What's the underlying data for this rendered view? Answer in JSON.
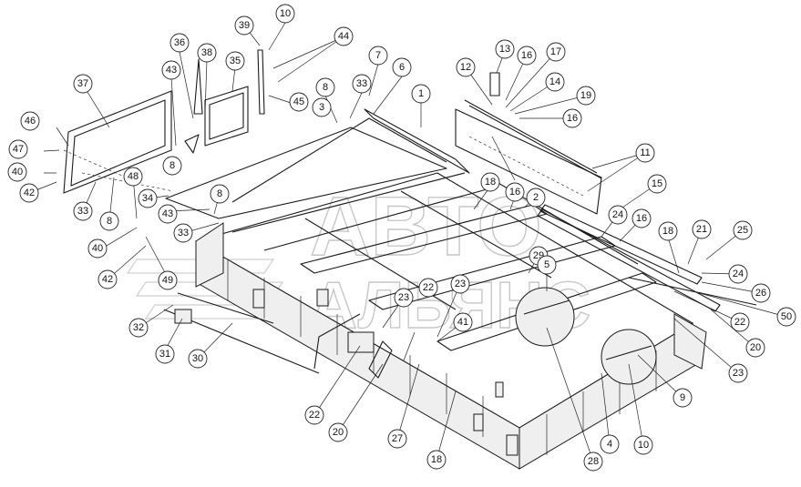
{
  "watermark": {
    "line1": "АВТО",
    "line2": "АЛЬЯНС"
  },
  "callouts": [
    "1",
    "2",
    "3",
    "4",
    "5",
    "6",
    "7",
    "8",
    "9",
    "10",
    "11",
    "12",
    "13",
    "14",
    "15",
    "16",
    "17",
    "18",
    "19",
    "20",
    "21",
    "22",
    "23",
    "24",
    "25",
    "26",
    "27",
    "28",
    "29",
    "30",
    "31",
    "32",
    "33",
    "34",
    "35",
    "36",
    "37",
    "38",
    "39",
    "40",
    "41",
    "42",
    "43",
    "44",
    "45",
    "46",
    "47",
    "48",
    "49",
    "50"
  ]
}
